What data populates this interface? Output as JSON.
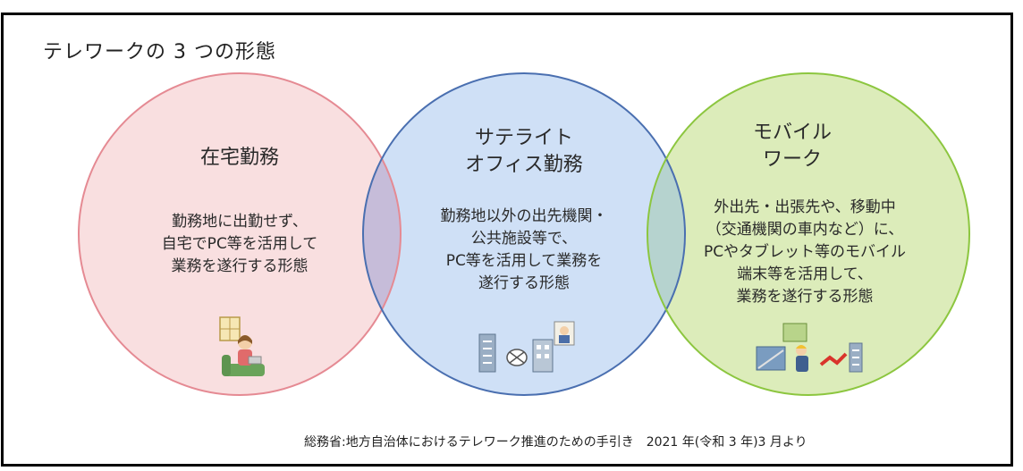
{
  "title": "テレワークの 3 つの形態",
  "circles": [
    {
      "title_lines": [
        "在宅勤務"
      ],
      "desc_lines": [
        "勤務地に出勤せず、",
        "自宅でPC等を活用して",
        "業務を遂行する形態"
      ],
      "fill": "#f9dfe0",
      "stroke": "#e58a93",
      "illustration": "person-at-home-illustration"
    },
    {
      "title_lines": [
        "サテライト",
        "オフィス勤務"
      ],
      "desc_lines": [
        "勤務地以外の出先機関・",
        "公共施設等で、",
        "PC等を活用して業務を",
        "遂行する形態"
      ],
      "fill": "#cfe0f6",
      "stroke": "#4a6fb0",
      "illustration": "satellite-office-illustration"
    },
    {
      "title_lines": [
        "モバイル",
        "ワーク"
      ],
      "desc_lines": [
        "外出先・出張先や、移動中",
        "（交通機関の車内など）に、",
        "PCやタブレット等のモバイル",
        "端末等を活用して、",
        "業務を遂行する形態"
      ],
      "fill": "#dcecba",
      "stroke": "#8cc63f",
      "illustration": "mobile-work-illustration"
    }
  ],
  "overlap_colors": {
    "pink_blue": "#c6bcd9",
    "blue_green": "#b6d3cf"
  },
  "source": "総務省:地方自治体におけるテレワーク推進のための手引き　2021 年(令和 3 年)3 月より"
}
